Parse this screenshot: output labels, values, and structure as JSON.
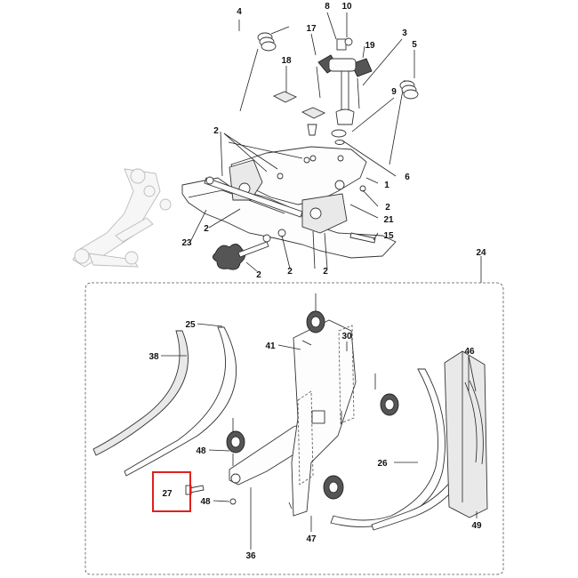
{
  "labels": {
    "l1": "1",
    "l2": "2",
    "l3": "3",
    "l4": "4",
    "l5": "5",
    "l6": "6",
    "l8": "8",
    "l9": "9",
    "l10": "10",
    "l15": "15",
    "l17": "17",
    "l18": "18",
    "l19": "19",
    "l21": "21",
    "l23": "23",
    "l24": "24",
    "l25": "25",
    "l26": "26",
    "l27": "27",
    "l30": "30",
    "l36": "36",
    "l38": "38",
    "l41": "41",
    "l46": "46",
    "l47": "47",
    "l48": "48",
    "l49": "49"
  },
  "highlight_color": "#e0201b"
}
